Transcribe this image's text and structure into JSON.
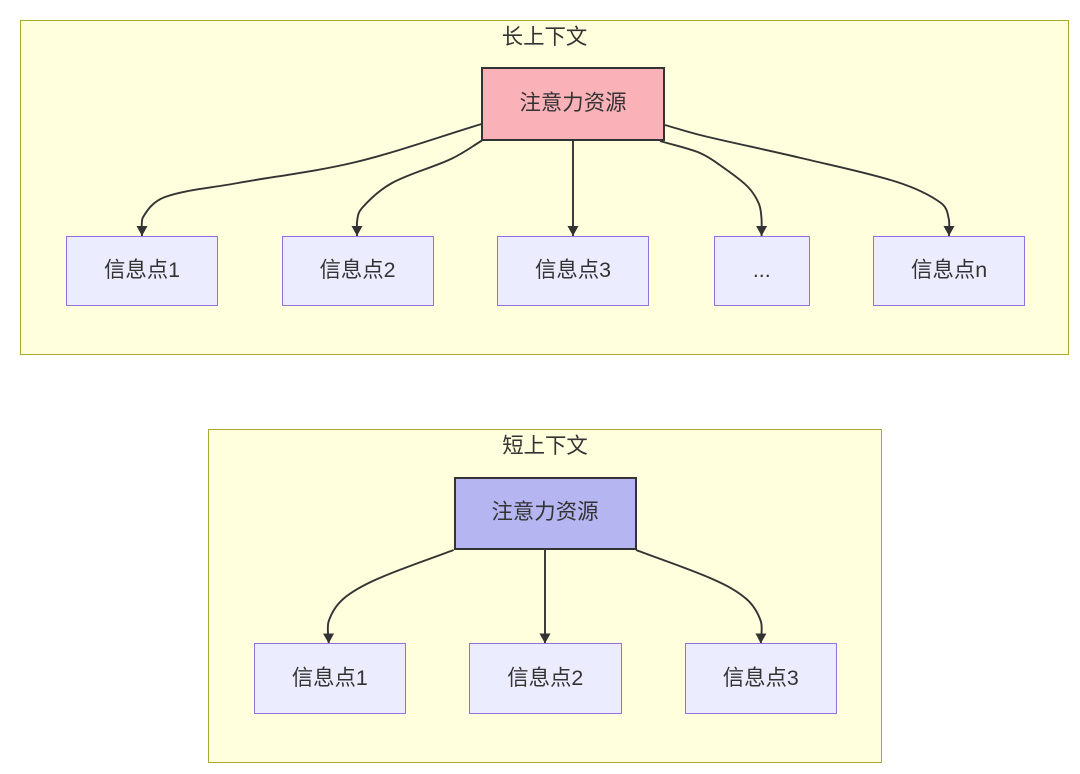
{
  "colors": {
    "canvas_bg": "#ffffff",
    "cluster_fill": "#ffffde",
    "cluster_border": "#aaaa33",
    "node_fill": "#ececff",
    "node_border": "#9370db",
    "attention_long_fill": "#fab1b8",
    "attention_short_fill": "#b5b5f2",
    "attention_border": "#333333",
    "edge_color": "#333333",
    "text_color": "#333333"
  },
  "diagram": {
    "type": "flowchart",
    "clusters": [
      {
        "title": "长上下文",
        "attention_node": "注意力资源",
        "info_nodes": [
          "信息点1",
          "信息点2",
          "信息点3",
          "...",
          "信息点n"
        ]
      },
      {
        "title": "短上下文",
        "attention_node": "注意力资源",
        "info_nodes": [
          "信息点1",
          "信息点2",
          "信息点3"
        ]
      }
    ]
  }
}
